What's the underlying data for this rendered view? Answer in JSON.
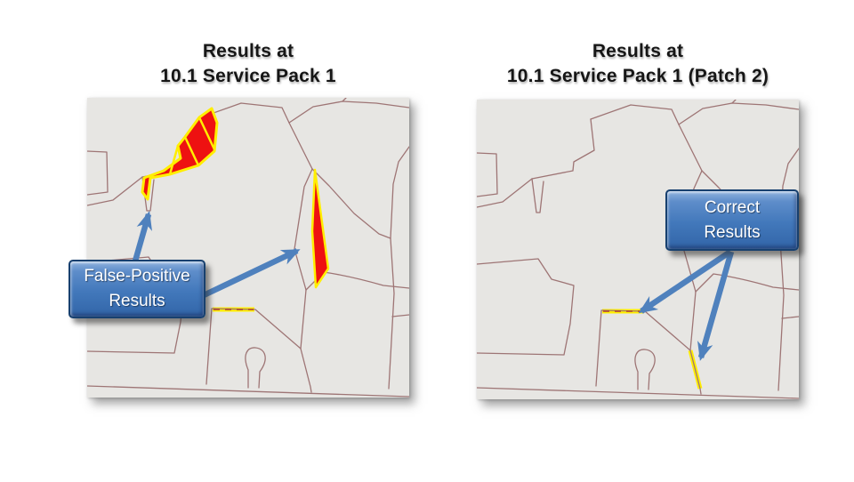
{
  "slide": {
    "background": "#ffffff"
  },
  "colors": {
    "map_bg": "#e7e6e3",
    "parcel_line": "#9e7575",
    "highlight_yellow": "#ffee00",
    "result_red": "#ee1111",
    "dash_red": "#aa3c3c",
    "arrow_blue": "#4f81bd",
    "callout_border": "#17406f",
    "callout_text": "#ffffff",
    "title_text": "#161616"
  },
  "left_panel": {
    "title_line1": "Results at",
    "title_line2": "10.1 Service Pack 1",
    "callout_line1": "False-Positive",
    "callout_line2": "Results"
  },
  "right_panel": {
    "title_line1": "Results at",
    "title_line2": "10.1 Service Pack 1 (Patch 2)",
    "callout_line1": "Correct",
    "callout_line2": "Results"
  }
}
